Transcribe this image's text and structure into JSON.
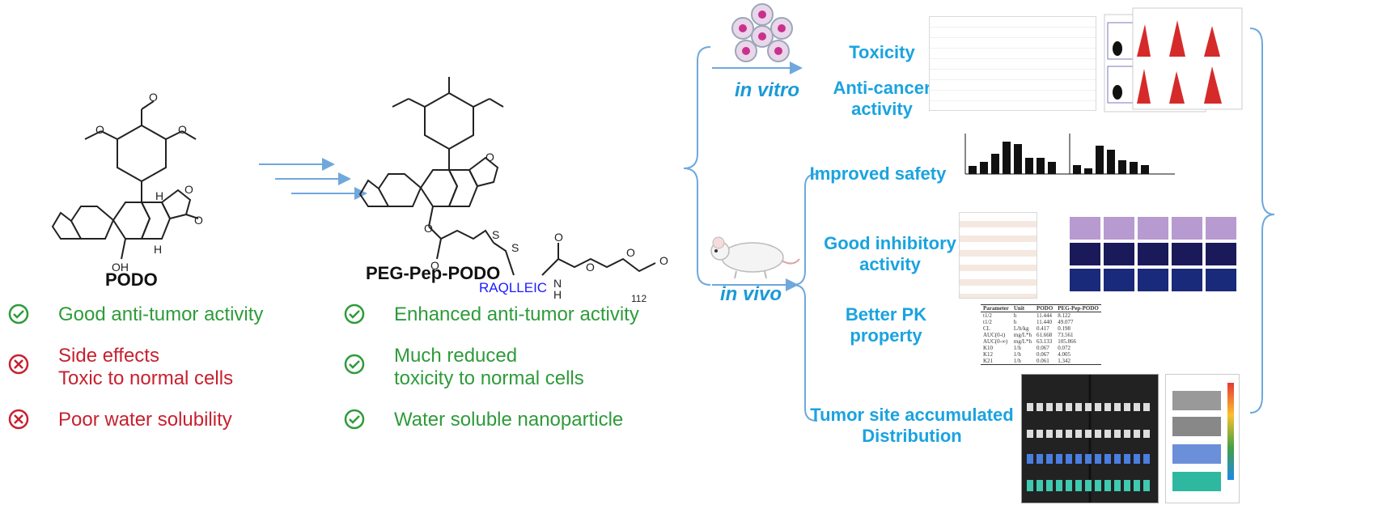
{
  "compounds": {
    "podo_label": "PODO",
    "conjugate_label": "PEG-Pep-PODO",
    "peptide_text": "RAQLLEIC",
    "peg_repeat": "112"
  },
  "drawbacks_of_podo": [
    {
      "text": "Good anti-tumor activity",
      "kind": "good"
    },
    {
      "text": "Side effects\nToxic to normal cells",
      "kind": "bad"
    },
    {
      "text": "Poor water solubility",
      "kind": "bad"
    }
  ],
  "advantages_of_conjugate": [
    {
      "text": "Enhanced anti-tumor activity",
      "kind": "good"
    },
    {
      "text": "Much reduced\ntoxicity to normal cells",
      "kind": "good"
    },
    {
      "text": "Water soluble nanoparticle",
      "kind": "good"
    }
  ],
  "contexts": {
    "in_vitro": "in vitro",
    "in_vivo": "in vivo"
  },
  "outcomes": {
    "toxicity": "Toxicity",
    "anticancer": "Anti-cancer\nactivity",
    "safety": "Improved safety",
    "inhibitory": "Good inhibitory\nactivity",
    "pk": "Better PK\nproperty",
    "tumor": "Tumor site accumulated\nDistribution"
  },
  "pk_table": {
    "headers": [
      "Parameter",
      "Unit",
      "PODO",
      "PEG-Pep-PODO"
    ],
    "rows": [
      [
        "t1/2",
        "h",
        "11.444",
        "8.122"
      ],
      [
        "t1/2",
        "h",
        "11.440",
        "49.077"
      ],
      [
        "CL",
        "L/h/kg",
        "0.417",
        "0.198"
      ],
      [
        "AUC(0-t)",
        "mg/L*h",
        "61.668",
        "73.561"
      ],
      [
        "AUC(0-∞)",
        "mg/L*h",
        "63.133",
        "105.866"
      ],
      [
        "K10",
        "1/h",
        "0.067",
        "0.072"
      ],
      [
        "K12",
        "1/h",
        "0.067",
        "4.005"
      ],
      [
        "K21",
        "1/h",
        "0.061",
        "1.342"
      ]
    ]
  },
  "colors": {
    "good": "#2e9b3a",
    "bad": "#c8202f",
    "accent": "#1aa3e0",
    "arrow": "#6fa8dc"
  }
}
